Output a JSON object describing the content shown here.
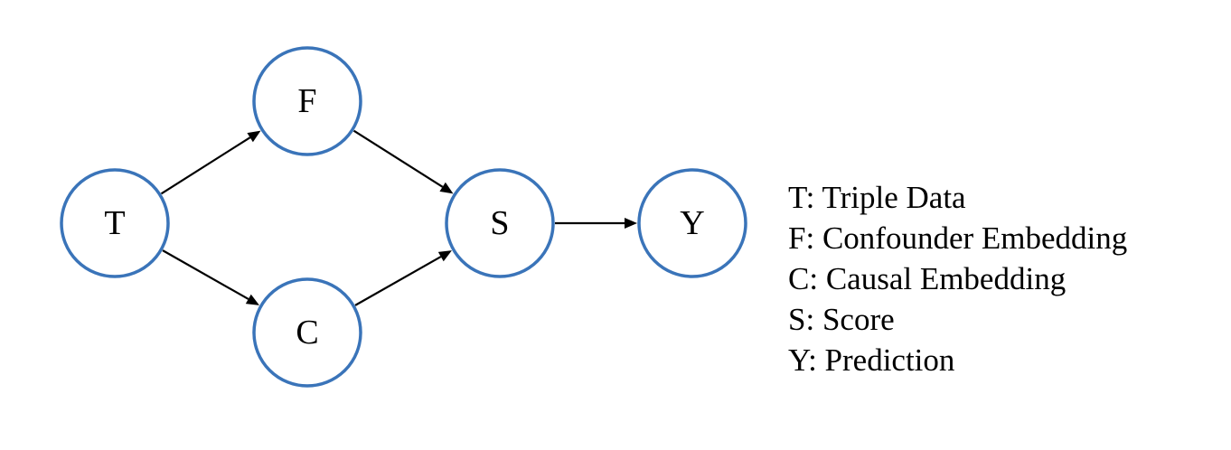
{
  "diagram": {
    "stroke_color": "#3a74b9",
    "nodes": [
      {
        "id": "T",
        "label": "T"
      },
      {
        "id": "F",
        "label": "F"
      },
      {
        "id": "C",
        "label": "C"
      },
      {
        "id": "S",
        "label": "S"
      },
      {
        "id": "Y",
        "label": "Y"
      }
    ],
    "edges": [
      {
        "from": "T",
        "to": "F"
      },
      {
        "from": "T",
        "to": "C"
      },
      {
        "from": "F",
        "to": "S"
      },
      {
        "from": "C",
        "to": "S"
      },
      {
        "from": "S",
        "to": "Y"
      }
    ]
  },
  "legend": [
    "T: Triple Data",
    "F: Confounder Embedding",
    "C: Causal Embedding",
    "S: Score",
    "Y: Prediction"
  ]
}
